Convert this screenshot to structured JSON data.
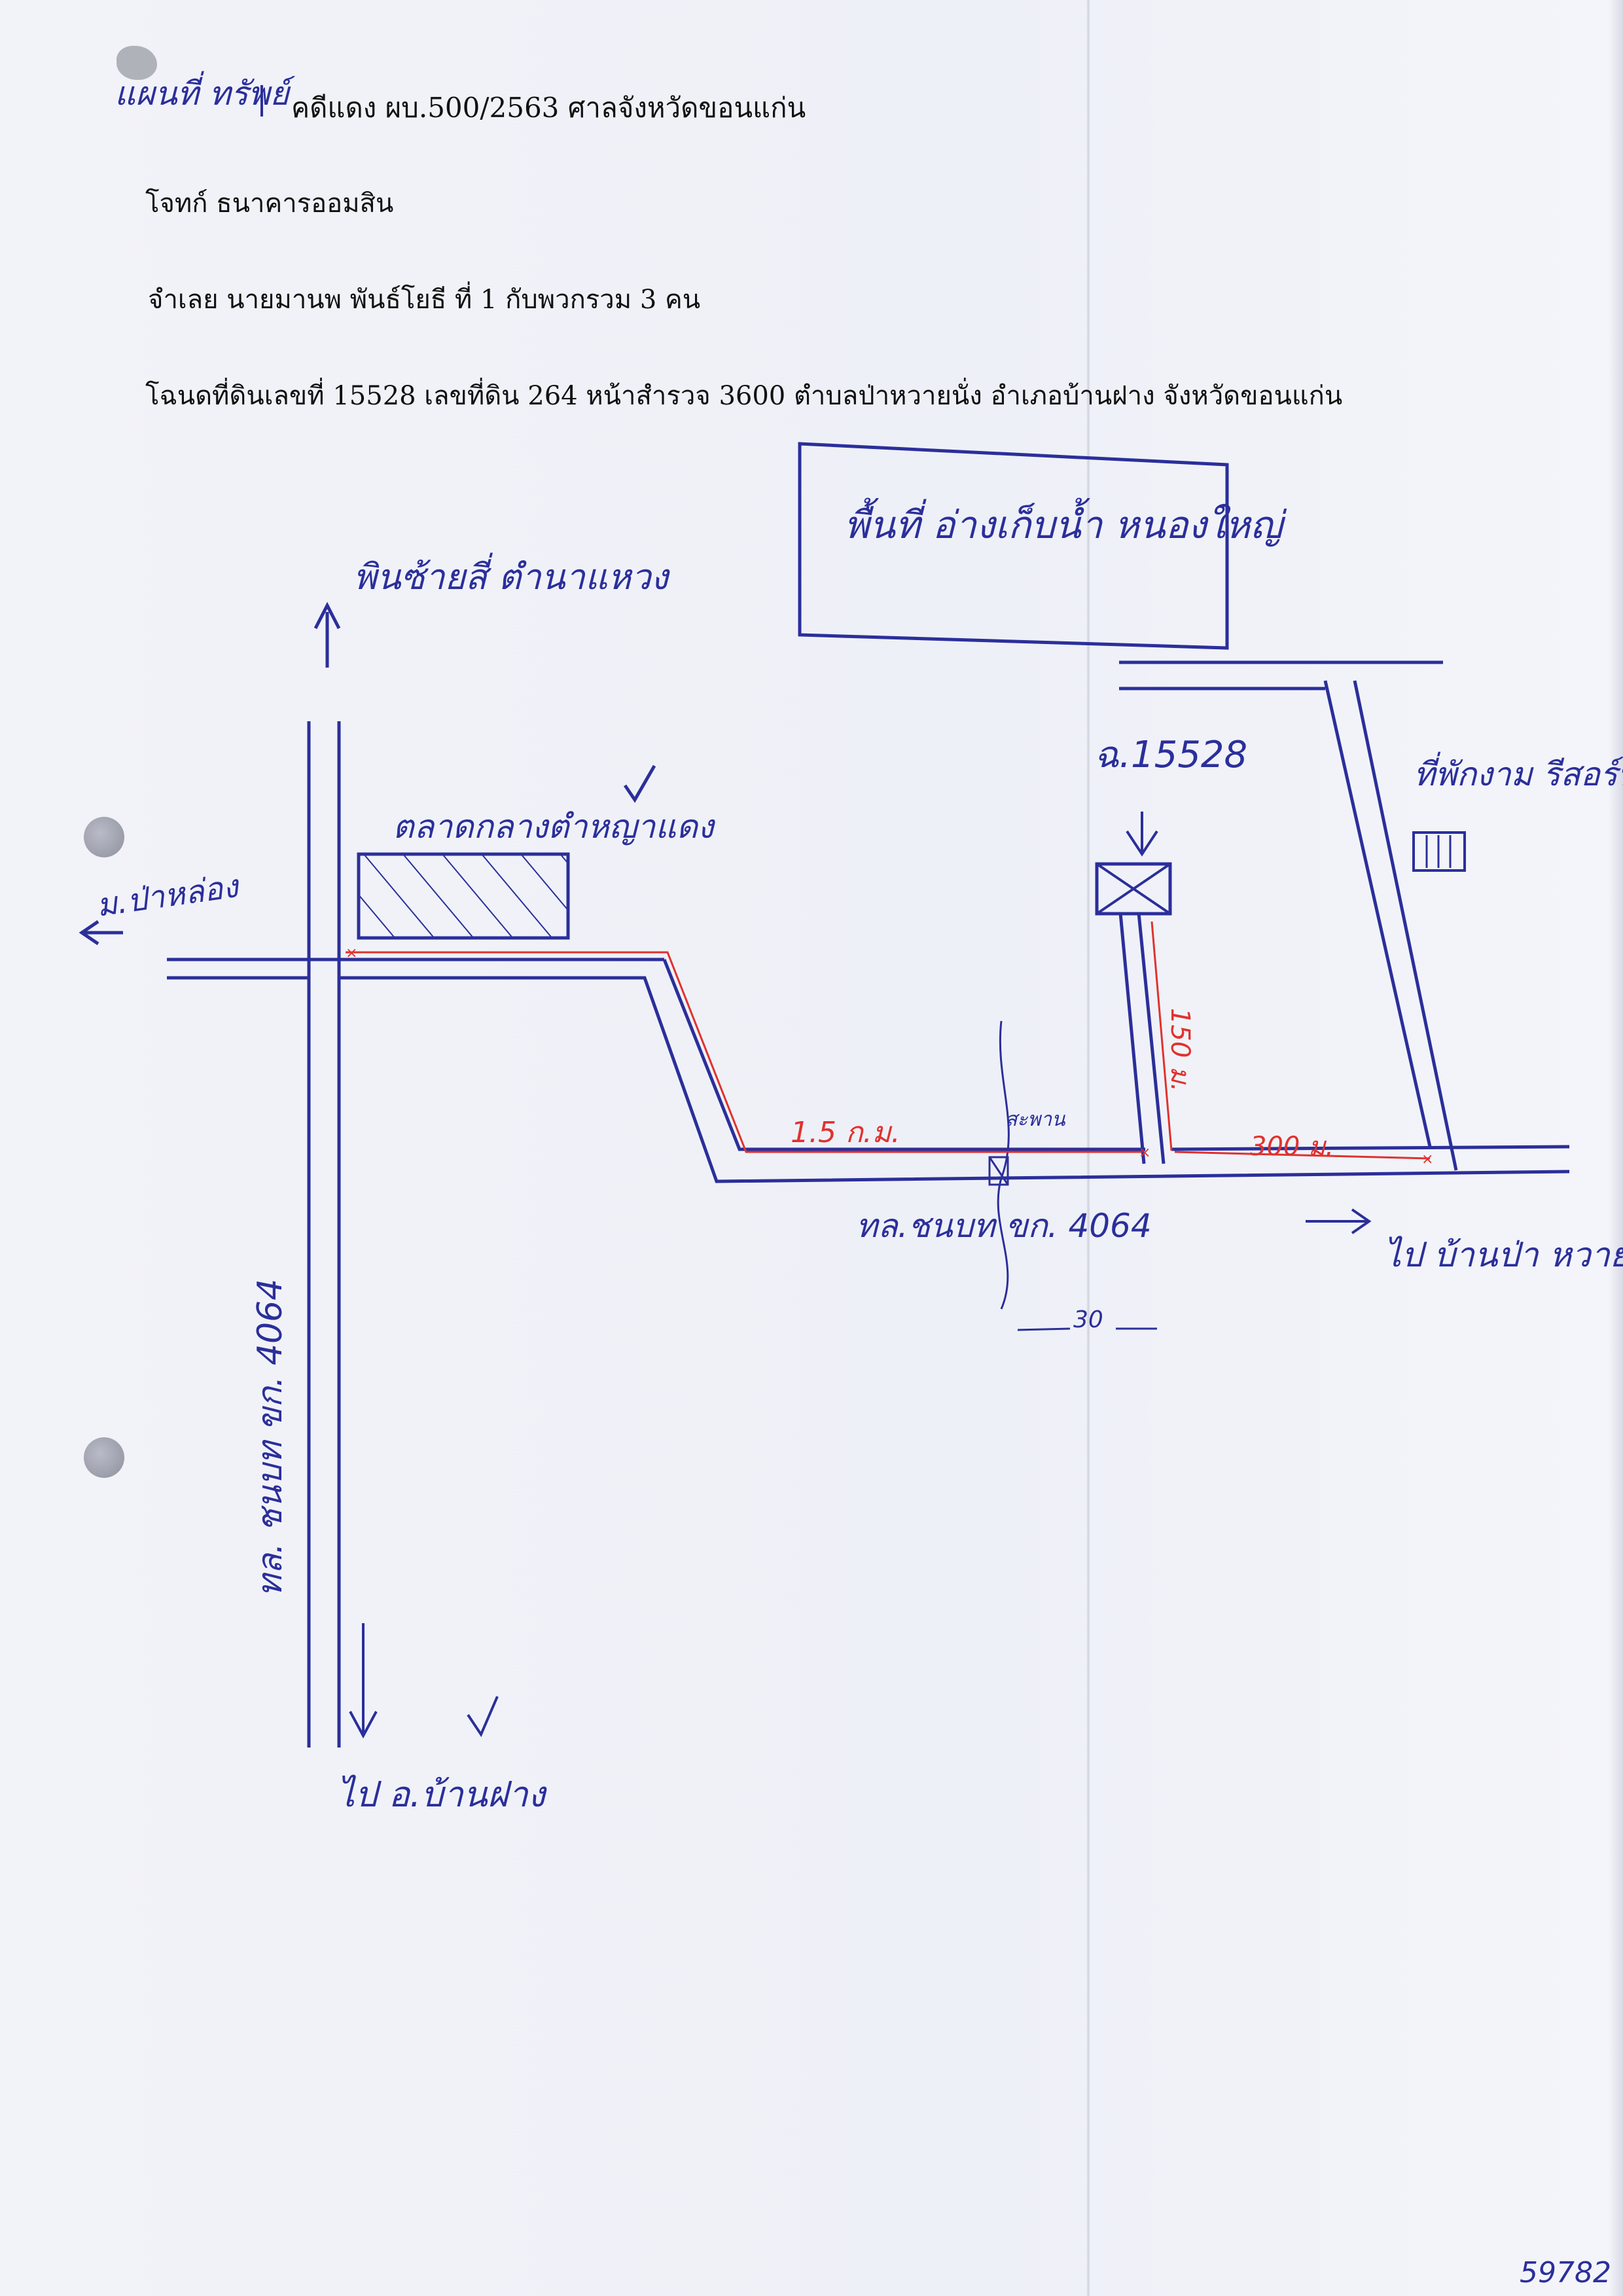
{
  "header": {
    "annotation": "แผนที่ ทรัพย์",
    "case_line": "คดีแดง ผบ.500/2563  ศาลจังหวัดขอนแก่น",
    "plaintiff_line": "โจทก์ ธนาคารออมสิน",
    "defendant_line": "จำเลย นายมานพ  พันธ์โยธี ที่ 1 กับพวกรวม 3 คน",
    "deed_line": "โฉนดที่ดินเลขที่ 15528 เลขที่ดิน 264 หน้าสำรวจ 3600  ตำบลป่าหวายนั่ง อำเภอบ้านฝาง จังหวัดขอนแก่น"
  },
  "map": {
    "area_box_label": "พื้นที่ อ่างเก็บน้ำ หนองใหญ่",
    "north_label": "พินซ้ายสี่ ตำนาแหวง",
    "market_label": "ตลาดกลางตำหญาแดง",
    "village_left_label": "ม.ป่าหล่อง",
    "parcel_label": "ฉ.15528",
    "resort_label": "ที่พักงาม รีสอร์ท",
    "road_label": "ทล.ชนบท ขก. 4064",
    "road_width_label": "30",
    "to_village_label": "ไป บ้านป่า หวายนั่ง",
    "vertical_road_label": "ทล. ชนบท ขก. 4064",
    "to_district_label": "ไป อ.บ้านฝาง",
    "distance_1": "1.5 ก.ม.",
    "distance_2": "150 ม.",
    "distance_3": "300 ม.",
    "culvert_label": "สะพาน"
  },
  "colors": {
    "ink_blue": "#2b2f9a",
    "ink_red": "#e0322e"
  },
  "page_number": "59782"
}
